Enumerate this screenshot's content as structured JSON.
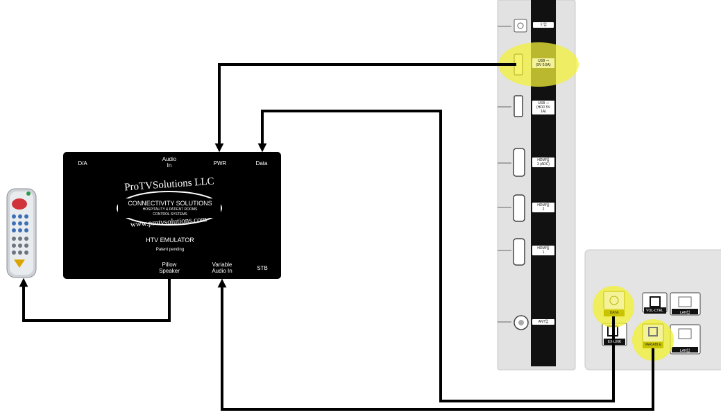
{
  "device": {
    "brand": "ProTVSolutions LLC",
    "tagline": "Connectivity Solutions",
    "subline1": "Hospitality & Patient Rooms",
    "subline2": "Control Systems",
    "website": "www.protvsolutions.com",
    "product": "HTV EMULATOR",
    "status": "Patent pending",
    "ports_top": [
      "D/A",
      "Audio\nIn",
      "PWR",
      "Data"
    ],
    "ports_bottom": [
      "Pillow\nSpeaker",
      "Variable\nAudio In",
      "STB"
    ]
  },
  "tv_side_panel": {
    "ports": [
      {
        "icon": "power-port-icon",
        "label": "Ⓘ입"
      },
      {
        "icon": "usb-port-icon",
        "label": "USB ⊸\n(5V 0.5A)",
        "highlighted": true
      },
      {
        "icon": "usb-port-icon",
        "label": "USB ⊸\n(HDD 5V 1A)"
      },
      {
        "icon": "hdmi-port-icon",
        "label": "HDMI입\n3 (ARC)"
      },
      {
        "icon": "hdmi-port-icon",
        "label": "HDMI입\n2"
      },
      {
        "icon": "hdmi-port-icon",
        "label": "HDMI입\n1"
      },
      {
        "icon": "coax-port-icon",
        "label": "ANT입"
      }
    ]
  },
  "tv_rear_panel": {
    "ports": [
      {
        "label": "DATA",
        "highlighted": true
      },
      {
        "label": "VOL-CTRL"
      },
      {
        "label": "LAN입"
      },
      {
        "label": "EX-LINK"
      },
      {
        "label": "VARIABLE",
        "highlighted": true
      },
      {
        "label": "LAN입"
      }
    ]
  },
  "colors": {
    "highlight": "#f1f03a",
    "device_body": "#000000",
    "panel": "#e4e4e4",
    "wire": "#000000"
  }
}
